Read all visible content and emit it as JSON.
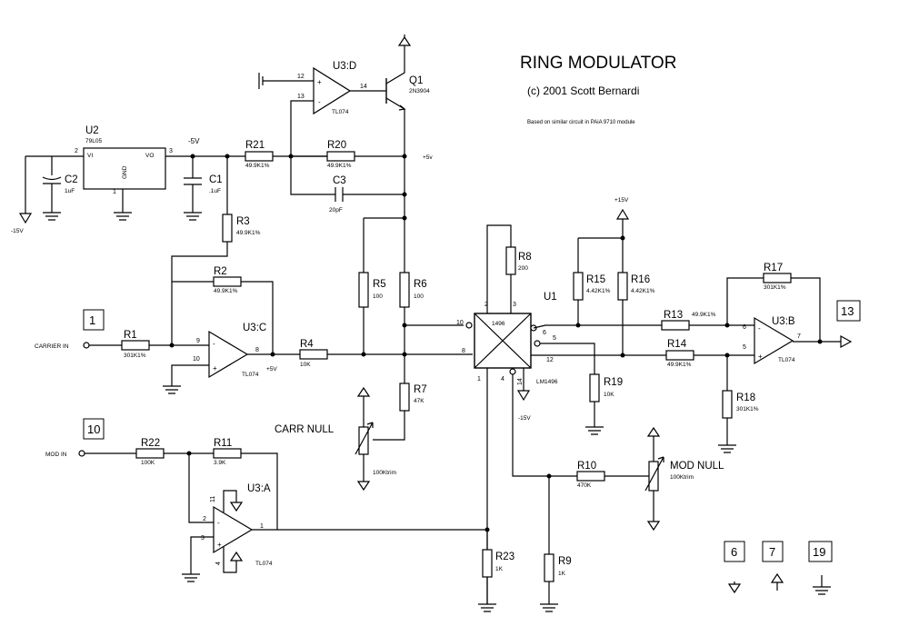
{
  "title": "RING MODULATOR",
  "copyright": "(c) 2001 Scott Bernardi",
  "based_on": "Based on similar circuit in PAiA 9710 module",
  "labels": {
    "carrier_in": "CARRIER IN",
    "mod_in": "MOD IN",
    "carr_null": "CARR NULL",
    "mod_null": "MOD NULL",
    "neg5v": "-5V",
    "pos5v": "+5v",
    "pos5v_b": "+5V",
    "pos15v": "+15V",
    "neg15v": "-15V",
    "neg15v_b": "-15V"
  },
  "components": {
    "R1": {
      "ref": "R1",
      "value": "301K1%"
    },
    "R2": {
      "ref": "R2",
      "value": "49.9K1%"
    },
    "R3": {
      "ref": "R3",
      "value": "49.9K1%"
    },
    "R4": {
      "ref": "R4",
      "value": "10K"
    },
    "R5": {
      "ref": "R5",
      "value": "100"
    },
    "R6": {
      "ref": "R6",
      "value": "100"
    },
    "R7": {
      "ref": "R7",
      "value": "47K"
    },
    "R8": {
      "ref": "R8",
      "value": "200"
    },
    "R9": {
      "ref": "R9",
      "value": "1K"
    },
    "R10": {
      "ref": "R10",
      "value": "470K"
    },
    "R11": {
      "ref": "R11",
      "value": "3.9K"
    },
    "R13": {
      "ref": "R13",
      "value": "49.9K1%"
    },
    "R14": {
      "ref": "R14",
      "value": "49.9K1%"
    },
    "R15": {
      "ref": "R15",
      "value": "4.42K1%"
    },
    "R16": {
      "ref": "R16",
      "value": "4.42K1%"
    },
    "R17": {
      "ref": "R17",
      "value": "301K1%"
    },
    "R18": {
      "ref": "R18",
      "value": "301K1%"
    },
    "R19": {
      "ref": "R19",
      "value": "10K"
    },
    "R20": {
      "ref": "R20",
      "value": "49.9K1%"
    },
    "R21": {
      "ref": "R21",
      "value": "49.9K1%"
    },
    "R22": {
      "ref": "R22",
      "value": "100K"
    },
    "R23": {
      "ref": "R23",
      "value": "1K"
    },
    "C1": {
      "ref": "C1",
      "value": ".1uF"
    },
    "C2": {
      "ref": "C2",
      "value": "1uF"
    },
    "C3": {
      "ref": "C3",
      "value": "20pF"
    },
    "Q1": {
      "ref": "Q1",
      "value": "2N3904"
    },
    "U1": {
      "ref": "U1",
      "value": "LM1496",
      "body": "1496"
    },
    "U2": {
      "ref": "U2",
      "value": "79L05",
      "vi": "VI",
      "vo": "VO",
      "gnd": "GND"
    },
    "U3A": {
      "ref": "U3:A",
      "value": "TL074"
    },
    "U3B": {
      "ref": "U3:B",
      "value": "TL074"
    },
    "U3C": {
      "ref": "U3:C",
      "value": "TL074"
    },
    "U3D": {
      "ref": "U3:D",
      "value": "TL074"
    },
    "trim_carr": {
      "value": "100Ktrim"
    },
    "trim_mod": {
      "value": "100Ktrim"
    }
  },
  "connectors": {
    "carrier": "1",
    "output": "13",
    "mod": "10",
    "neg": "6",
    "pos": "7",
    "gnd": "19"
  },
  "pins": {
    "u2_in": "2",
    "u2_out": "3",
    "u2_gnd": "1",
    "u3d_p": "12",
    "u3d_n": "13",
    "u3d_o": "14",
    "u3c_n": "9",
    "u3c_p": "10",
    "u3c_o": "8",
    "u3a_n": "2",
    "u3a_p": "3",
    "u3a_o": "1",
    "u3a_vp": "11",
    "u3a_vn": "4",
    "u3b_n": "6",
    "u3b_p": "5",
    "u3b_o": "7",
    "u1_2": "2",
    "u1_3": "3",
    "u1_10": "10",
    "u1_8": "8",
    "u1_6": "6",
    "u1_5": "5",
    "u1_12": "12",
    "u1_1": "1",
    "u1_4": "4",
    "u1_14": "14",
    "plus": "+",
    "minus": "-"
  }
}
